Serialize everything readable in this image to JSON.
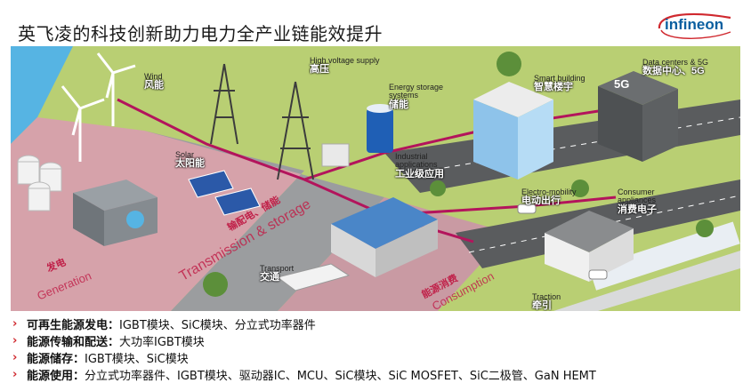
{
  "title": "英飞凌的科技创新助力电力全产业链能效提升",
  "logo": {
    "text": "infineon"
  },
  "labels": {
    "wind": {
      "en": "Wind",
      "cn": "风能"
    },
    "solar": {
      "en": "Solar",
      "cn": "太阳能"
    },
    "hv": {
      "en": "High voltage supply",
      "cn": "高压"
    },
    "storage": {
      "en": "Energy storage systems",
      "cn": "储能"
    },
    "industrial": {
      "en": "Industrial applications",
      "cn": "工业级应用"
    },
    "smart": {
      "en": "Smart building",
      "cn": "智慧楼宇"
    },
    "dc": {
      "en": "Data centers & 5G",
      "cn": "数据中心、5G"
    },
    "emob": {
      "en": "Electro-mobility",
      "cn": "电动出行"
    },
    "consumer": {
      "en": "Consumer appliances",
      "cn": "消费电子"
    },
    "transport": {
      "en": "Transport",
      "cn": "交通"
    },
    "traction": {
      "en": "Traction",
      "cn": "牵引"
    },
    "dc5g": "5G"
  },
  "sections": {
    "generation_cn": "发电",
    "generation_en": "Generation",
    "transmission_cn": "输配电、储能",
    "transmission_en": "Transmission & storage",
    "consumption_cn": "能源消费",
    "consumption_en": "Consumption"
  },
  "bullets": [
    {
      "key": "可再生能源发电：",
      "text": "IGBT模块、SiC模块、分立式功率器件"
    },
    {
      "key": "能源传输和配送：",
      "text": "大功率IGBT模块"
    },
    {
      "key": "能源储存：",
      "text": "IGBT模块、SiC模块"
    },
    {
      "key": "能源使用：",
      "text": "分立式功率器件、IGBT模块、驱动器IC、MCU、SiC模块、SiC MOSFET、SiC二极管、GaN HEMT"
    }
  ],
  "colors": {
    "accent": "#d0292f",
    "road": "#5a5c5e",
    "grass": "#b9cf73",
    "pink": "#d6a2aa",
    "water": "#56b4e3"
  }
}
